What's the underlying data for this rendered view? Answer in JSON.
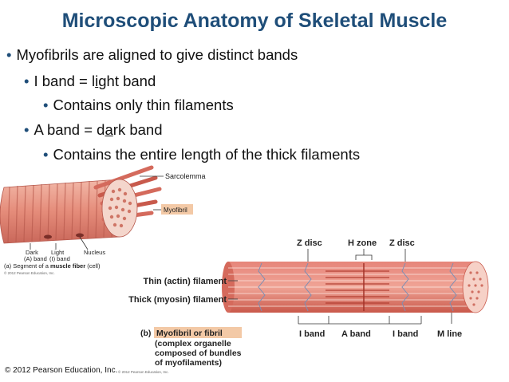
{
  "title": "Microscopic Anatomy of Skeletal Muscle",
  "bullets": [
    {
      "text": "Myofibrils are aligned to give distinct bands"
    },
    {
      "pre": "I band = l",
      "u": "i",
      "post": "ght band"
    },
    {
      "text": "Contains only thin filaments"
    },
    {
      "pre": "A band = d",
      "u": "a",
      "post": "rk band"
    },
    {
      "text": "Contains the entire length of the thick filaments"
    }
  ],
  "fiber_labels": {
    "sarcolemma": "Sarcolemma",
    "myofibril": "Myofibril",
    "dark_band_1": "Dark",
    "dark_band_2": "(A) band",
    "light_band_1": "Light",
    "light_band_2": "(I) band",
    "nucleus": "Nucleus",
    "caption_prefix": "(a) Segment of a ",
    "caption_highlight": "muscle fiber",
    "caption_suffix": " (cell)",
    "small_credit": "© 2012 Pearson Education, Inc."
  },
  "myofibril_labels": {
    "z_disc_left": "Z disc",
    "h_zone": "H zone",
    "z_disc_right": "Z disc",
    "thin_filament": "Thin (actin) filament",
    "thick_filament": "Thick (myosin) filament",
    "i_band_left": "I band",
    "a_band": "A band",
    "i_band_right": "I band",
    "m_line": "M line",
    "caption_b": "(b)",
    "caption_highlight": "Myofibril or fibril",
    "caption_line2": "(complex organelle",
    "caption_line3": "composed of bundles",
    "caption_line4": "of myofilaments)",
    "small_credit": "© 2012 Pearson Education, Inc."
  },
  "footer": "© 2012 Pearson Education, Inc.",
  "colors": {
    "title": "#1f4e79",
    "muscle": "#d9534f",
    "label_highlight": "#f3c9a6"
  }
}
